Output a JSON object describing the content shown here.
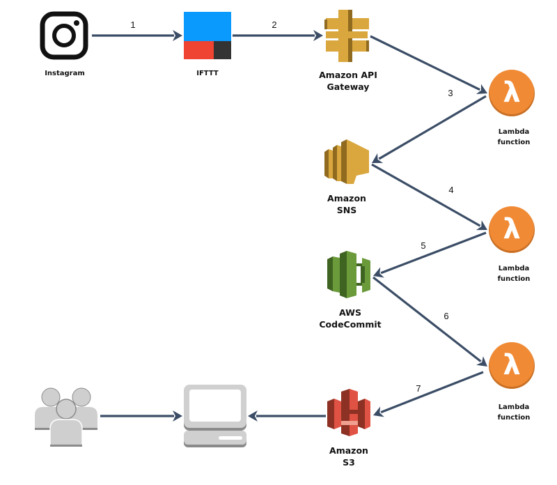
{
  "diagram": {
    "title": "",
    "colors": {
      "arrow": "#3b4d66",
      "instagram": "#111111",
      "ifttt_blue": "#0a99fd",
      "ifttt_red": "#ee4431",
      "ifttt_dark": "#333333",
      "aws_gold": "#d9a73e",
      "aws_gold_dark": "#8f6a1f",
      "lambda_orange": "#f08a35",
      "codecommit_green": "#6a9a3a",
      "codecommit_dark": "#3f6422",
      "s3_red": "#e05243",
      "s3_dark": "#8c3123",
      "gray_icon": "#cfcfcf",
      "gray_icon_dark": "#8a8a8a"
    },
    "nodes": [
      {
        "id": "instagram",
        "icon": "instagram-icon",
        "label_lines": [
          "Instagram"
        ]
      },
      {
        "id": "ifttt",
        "icon": "ifttt-icon",
        "label_lines": [
          "IFTTT"
        ]
      },
      {
        "id": "api_gateway",
        "icon": "api-gateway-icon",
        "label_lines": [
          "Amazon API",
          "Gateway"
        ]
      },
      {
        "id": "lambda1",
        "icon": "lambda-icon",
        "label_lines": [
          "Lambda",
          "function"
        ]
      },
      {
        "id": "sns",
        "icon": "sns-icon",
        "label_lines": [
          "Amazon",
          "SNS"
        ]
      },
      {
        "id": "lambda2",
        "icon": "lambda-icon",
        "label_lines": [
          "Lambda",
          "function"
        ]
      },
      {
        "id": "codecommit",
        "icon": "codecommit-icon",
        "label_lines": [
          "AWS",
          "CodeCommit"
        ]
      },
      {
        "id": "lambda3",
        "icon": "lambda-icon",
        "label_lines": [
          "Lambda",
          "function"
        ]
      },
      {
        "id": "s3",
        "icon": "s3-icon",
        "label_lines": [
          "Amazon",
          "S3"
        ]
      },
      {
        "id": "computer",
        "icon": "computer-icon",
        "label_lines": []
      },
      {
        "id": "users",
        "icon": "users-icon",
        "label_lines": []
      }
    ],
    "edges": [
      {
        "from": "instagram",
        "to": "ifttt",
        "label": "1"
      },
      {
        "from": "ifttt",
        "to": "api_gateway",
        "label": "2"
      },
      {
        "from": "api_gateway",
        "to": "lambda1",
        "label": "3"
      },
      {
        "from": "lambda1",
        "to": "sns",
        "label": ""
      },
      {
        "from": "sns",
        "to": "lambda2",
        "label": "4"
      },
      {
        "from": "lambda2",
        "to": "codecommit",
        "label": "5"
      },
      {
        "from": "codecommit",
        "to": "lambda3",
        "label": "6"
      },
      {
        "from": "lambda3",
        "to": "s3",
        "label": "7"
      },
      {
        "from": "s3",
        "to": "computer",
        "label": ""
      },
      {
        "from": "users",
        "to": "computer",
        "label": ""
      }
    ]
  }
}
